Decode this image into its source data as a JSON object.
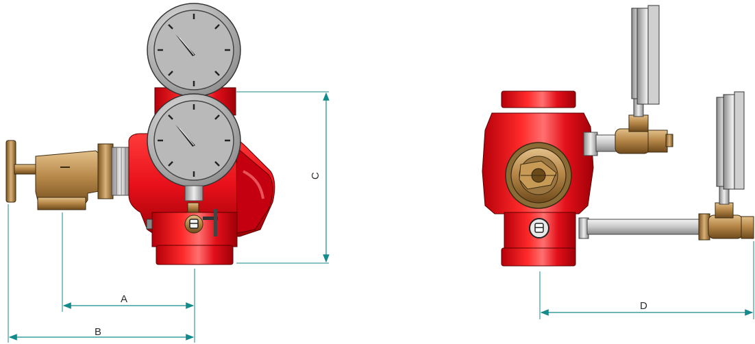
{
  "dimensions": {
    "a": "A",
    "b": "B",
    "c": "C",
    "d": "D"
  },
  "colors": {
    "valve_red": "#e8101a",
    "valve_red_dark": "#b80008",
    "brass": "#b8894a",
    "gauge_gray": "#b9b9b9",
    "dimension_line": "#148a8a"
  }
}
